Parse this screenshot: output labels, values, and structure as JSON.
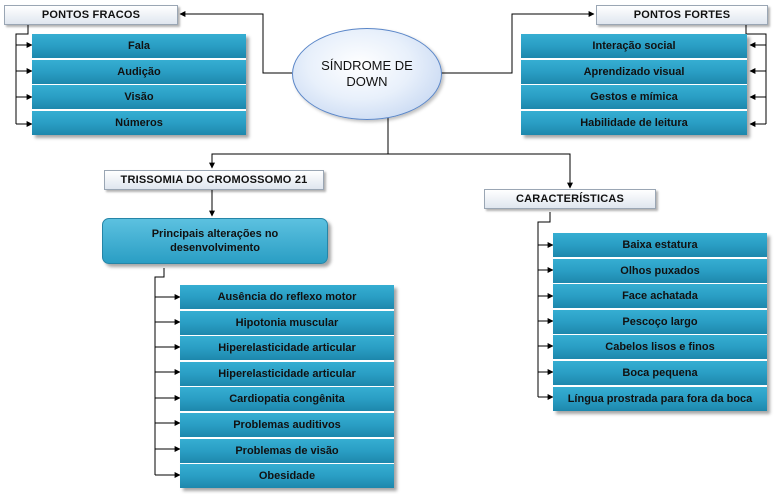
{
  "center": {
    "line1": "SÍNDROME DE",
    "line2": "DOWN"
  },
  "pontos_fracos": {
    "title": "PONTOS FRACOS",
    "items": [
      "Fala",
      "Audição",
      "Visão",
      "Números"
    ]
  },
  "pontos_fortes": {
    "title": "PONTOS FORTES",
    "items": [
      "Interação social",
      "Aprendizado visual",
      "Gestos e mímica",
      "Habilidade de leitura"
    ]
  },
  "trissomia": {
    "title": "TRISSOMIA DO CROMOSSOMO 21",
    "sub_line1": "Principais alterações  no",
    "sub_line2": "desenvolvimento",
    "items": [
      "Ausência do reflexo motor",
      "Hipotonia muscular",
      "Hiperelasticidade articular",
      "Hiperelasticidade articular",
      "Cardiopatia congênita",
      "Problemas auditivos",
      "Problemas de visão",
      "Obesidade"
    ]
  },
  "caracteristicas": {
    "title": "CARACTERÍSTICAS",
    "items": [
      "Baixa estatura",
      "Olhos puxados",
      "Face achatada",
      "Pescoço largo",
      "Cabelos lisos e finos",
      "Boca pequena",
      "Língua prostrada para fora da boca"
    ]
  },
  "colors": {
    "item_fill": "#2a9ec4",
    "center_border": "#5a86c8",
    "connector": "#000000"
  }
}
